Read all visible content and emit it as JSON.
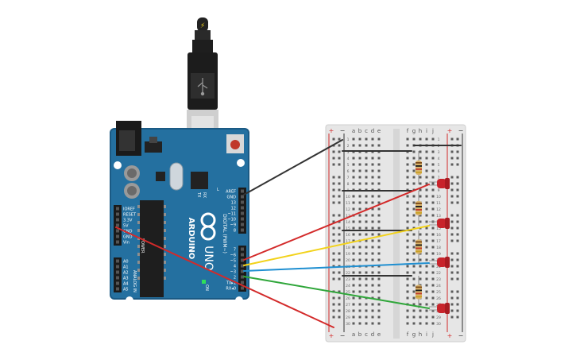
{
  "arduino": {
    "brand": "ARDUINO",
    "model": "UNO",
    "on_label": "ON",
    "digital_label": "DIGITAL (PWM~)",
    "power_label": "POWER",
    "analog_label": "ANALOG IN",
    "tx_label": "TX",
    "rx_label": "RX",
    "l_label": "L",
    "header_top_labels": [
      "AREF",
      "GND",
      "13",
      "12",
      "~11",
      "~10",
      "~9",
      "8"
    ],
    "header_bottom_labels": [
      "7",
      "~6",
      "~5",
      "4",
      "~3",
      "2",
      "TX▸1",
      "RX◂0"
    ],
    "power_pins": [
      "IOREF",
      "RESET",
      "3.3V",
      "5V",
      "GND",
      "GND",
      "Vin"
    ],
    "analog_pins": [
      "A0",
      "A1",
      "A2",
      "A3",
      "A4",
      "A5"
    ]
  },
  "usb": {
    "icon": "usb-plug-icon",
    "bolt_icon": "lightning-bolt-icon"
  },
  "breadboard": {
    "column_labels_left": [
      "a",
      "b",
      "c",
      "d",
      "e"
    ],
    "column_labels_right": [
      "f",
      "g",
      "h",
      "i",
      "j"
    ],
    "rail_plus": "+",
    "rail_minus": "−",
    "row_count": 30
  },
  "colors": {
    "board": "#2470a0",
    "board_dark": "#1b5a84",
    "wire_black": "#333333",
    "wire_red": "#d32a2a",
    "wire_yellow": "#f2d21b",
    "wire_blue": "#1f8fd1",
    "wire_green": "#2fa63a",
    "led_red": "#c8232b",
    "breadboard": "#e6e6e6"
  }
}
